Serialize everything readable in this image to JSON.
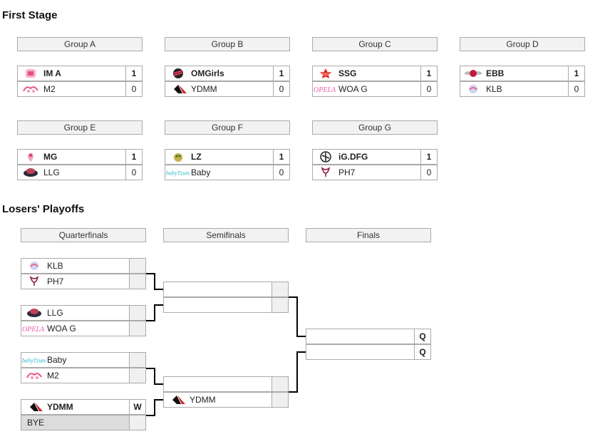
{
  "first_stage": {
    "title": "First Stage",
    "groups": [
      {
        "name": "Group A",
        "teams": [
          {
            "name": "IM A",
            "score": "1",
            "icon": "im-logo-icon",
            "win": true
          },
          {
            "name": "M2",
            "score": "0",
            "icon": "m2-logo-icon",
            "win": false
          }
        ]
      },
      {
        "name": "Group B",
        "teams": [
          {
            "name": "OMGirls",
            "score": "1",
            "icon": "omgirls-logo-icon",
            "win": true
          },
          {
            "name": "YDMM",
            "score": "0",
            "icon": "ydmm-logo-icon",
            "win": false
          }
        ]
      },
      {
        "name": "Group C",
        "teams": [
          {
            "name": "SSG",
            "score": "1",
            "icon": "ssg-logo-icon",
            "win": true
          },
          {
            "name": "WOA G",
            "score": "0",
            "icon": "woa-logo-icon",
            "win": false
          }
        ]
      },
      {
        "name": "Group D",
        "teams": [
          {
            "name": "EBB",
            "score": "1",
            "icon": "ebb-logo-icon",
            "win": true
          },
          {
            "name": "KLB",
            "score": "0",
            "icon": "klb-logo-icon",
            "win": false
          }
        ]
      },
      {
        "name": "Group E",
        "teams": [
          {
            "name": "MG",
            "score": "1",
            "icon": "mg-logo-icon",
            "win": true
          },
          {
            "name": "LLG",
            "score": "0",
            "icon": "llg-logo-icon",
            "win": false
          }
        ]
      },
      {
        "name": "Group F",
        "teams": [
          {
            "name": "LZ",
            "score": "1",
            "icon": "lz-logo-icon",
            "win": true
          },
          {
            "name": "Baby",
            "score": "0",
            "icon": "baby-logo-icon",
            "win": false
          }
        ]
      },
      {
        "name": "Group G",
        "teams": [
          {
            "name": "iG.DFG",
            "score": "1",
            "icon": "igdfg-logo-icon",
            "win": true
          },
          {
            "name": "PH7",
            "score": "0",
            "icon": "ph7-logo-icon",
            "win": false
          }
        ]
      }
    ]
  },
  "losers_playoffs": {
    "title": "Losers' Playoffs",
    "rounds": [
      "Quarterfinals",
      "Semifinals",
      "Finals"
    ],
    "quarterfinals": [
      {
        "teams": [
          {
            "name": "KLB",
            "score": "",
            "icon": "klb-logo-icon",
            "win": false
          },
          {
            "name": "PH7",
            "score": "",
            "icon": "ph7-logo-icon",
            "win": false
          }
        ]
      },
      {
        "teams": [
          {
            "name": "LLG",
            "score": "",
            "icon": "llg-logo-icon",
            "win": false
          },
          {
            "name": "WOA G",
            "score": "",
            "icon": "woa-logo-icon",
            "win": false
          }
        ]
      },
      {
        "teams": [
          {
            "name": "Baby",
            "score": "",
            "icon": "baby-logo-icon",
            "win": false
          },
          {
            "name": "M2",
            "score": "",
            "icon": "m2-logo-icon",
            "win": false
          }
        ]
      },
      {
        "teams": [
          {
            "name": "YDMM",
            "score": "W",
            "icon": "ydmm-logo-icon",
            "win": true
          },
          {
            "name": "BYE",
            "score": "",
            "icon": "",
            "win": false
          }
        ]
      }
    ],
    "semifinals": [
      {
        "teams": [
          {
            "name": "",
            "score": "",
            "icon": "",
            "win": false
          },
          {
            "name": "",
            "score": "",
            "icon": "",
            "win": false
          }
        ]
      },
      {
        "teams": [
          {
            "name": "",
            "score": "",
            "icon": "",
            "win": false
          },
          {
            "name": "YDMM",
            "score": "",
            "icon": "ydmm-logo-icon",
            "win": false
          }
        ]
      }
    ],
    "finals": [
      {
        "teams": [
          {
            "name": "",
            "score": "Q",
            "icon": "",
            "win": false
          },
          {
            "name": "",
            "score": "Q",
            "icon": "",
            "win": false
          }
        ]
      }
    ]
  }
}
